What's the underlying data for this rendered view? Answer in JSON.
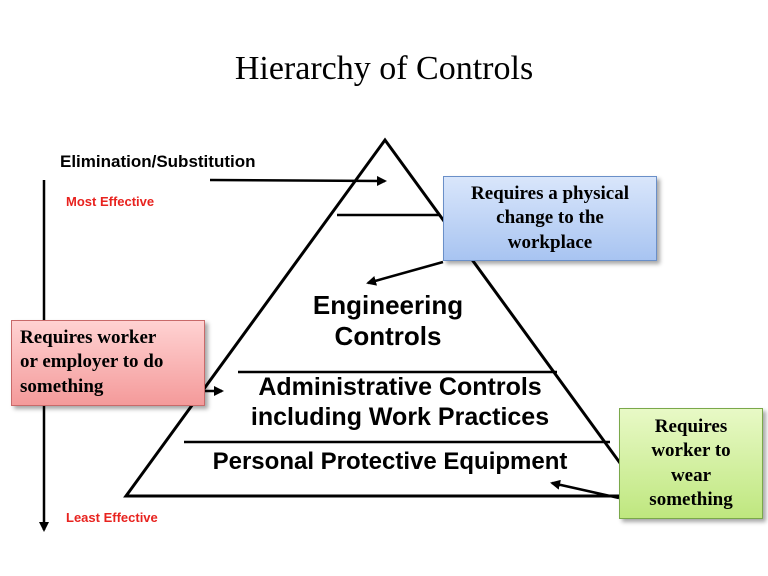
{
  "title": "Hierarchy of Controls",
  "elimination_label": "Elimination/Substitution",
  "most_effective": "Most Effective",
  "least_effective": "Least Effective",
  "tiers": {
    "engineering": [
      "Engineering",
      "Controls"
    ],
    "administrative": [
      "Administrative Controls",
      "including Work Practices"
    ],
    "ppe": "Personal Protective Equipment"
  },
  "callouts": {
    "physical_change": [
      "Requires a physical",
      "change to the",
      "workplace"
    ],
    "worker_action": [
      "Requires worker",
      "or employer to do",
      "something"
    ],
    "wear_something": [
      "Requires",
      "worker to",
      "wear",
      "something"
    ]
  },
  "colors": {
    "effect_labels": "#e8231f",
    "physical_change_box": "#b9d0f5",
    "worker_action_box": "#f8b4b4",
    "wear_something_box": "#d2ef9e"
  }
}
